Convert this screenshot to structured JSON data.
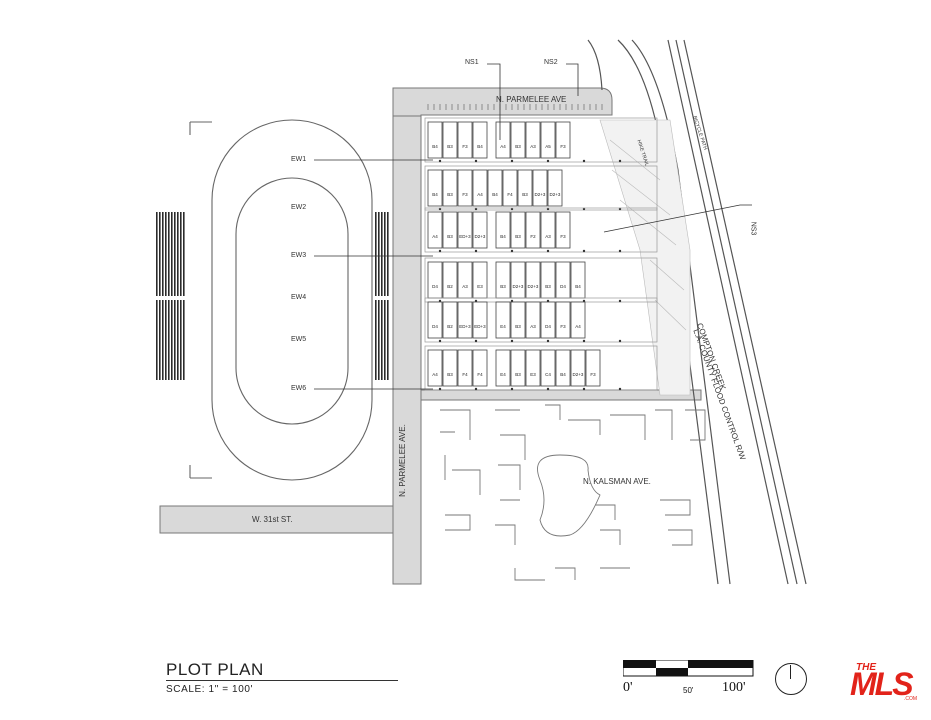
{
  "labels": {
    "ns1": "NS1",
    "ns2": "NS2",
    "ns3": "NS3",
    "ew1": "EW1",
    "ew2": "EW2",
    "ew3": "EW3",
    "ew4": "EW4",
    "ew5": "EW5",
    "ew6": "EW6",
    "street_parmelee_top": "N. PARMELEE AVE",
    "street_parmelee_vertical": "N. PARMELEE AVE.",
    "street_31st": "W. 31st ST.",
    "street_kalsman": "N. KALSMAN AVE.",
    "flood_control": "L.A. COUNTY FLOOD CONTROL R/W",
    "compton_creek": "COMPTON CREEK",
    "bicycle_path": "BICYCLE PATH",
    "hike_trail": "HIKE TRAIL"
  },
  "title_block": {
    "title": "PLOT PLAN",
    "scale": "SCALE: 1\" = 100'",
    "bar_start": "0'",
    "bar_mid": "50'",
    "bar_end": "100'"
  },
  "logo": {
    "top": "THE",
    "word": "MLS",
    "suffix": ".COM"
  },
  "unit_rows": [
    [
      "B4",
      "B3",
      "F3",
      "B4",
      "",
      "A4",
      "B3",
      "A3",
      "A5",
      "F3"
    ],
    [
      "B4",
      "B3",
      "F3",
      "A4",
      "B4",
      "F4",
      "B3",
      "D2+3",
      "D2+3",
      ""
    ],
    [
      "A4",
      "B3",
      "ED+3",
      "D2+3",
      "",
      "B4",
      "B3",
      "F2",
      "A3",
      "F3"
    ],
    [
      "D4",
      "B2",
      "A3",
      "E3",
      "",
      "B3",
      "D2+3",
      "D2+3",
      "B3",
      "D4",
      "B4"
    ],
    [
      "D4",
      "B2",
      "ED+3",
      "ED+3",
      "",
      "E4",
      "B3",
      "A3",
      "D4",
      "F3",
      "A4"
    ],
    [
      "A4",
      "B3",
      "F4",
      "F4",
      "",
      "E4",
      "B3",
      "E3",
      "C4",
      "B4",
      "D2+3",
      "F3"
    ]
  ],
  "colors": {
    "line": "#555555",
    "light_line": "#9a9a9a",
    "road_fill": "#d9d9d9",
    "bleachers": "#2b2b2b",
    "mls_red": "#e2231a"
  }
}
